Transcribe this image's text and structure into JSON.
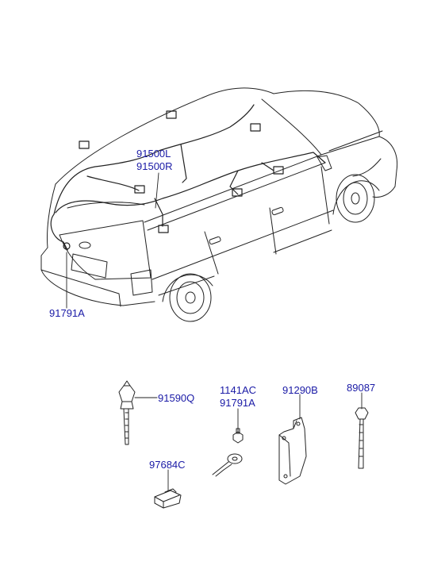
{
  "labels": {
    "wiring_main_left": "91500L",
    "wiring_main_right": "91500R",
    "protector_rear": "91791A",
    "clip_tie": "91590Q",
    "bolt": "1141AC",
    "protector_small": "91791A",
    "bracket": "91290B",
    "cable_tie": "89087",
    "connector_clip": "97684C"
  },
  "colors": {
    "label": "#1a1aa6",
    "line": "#222222"
  }
}
